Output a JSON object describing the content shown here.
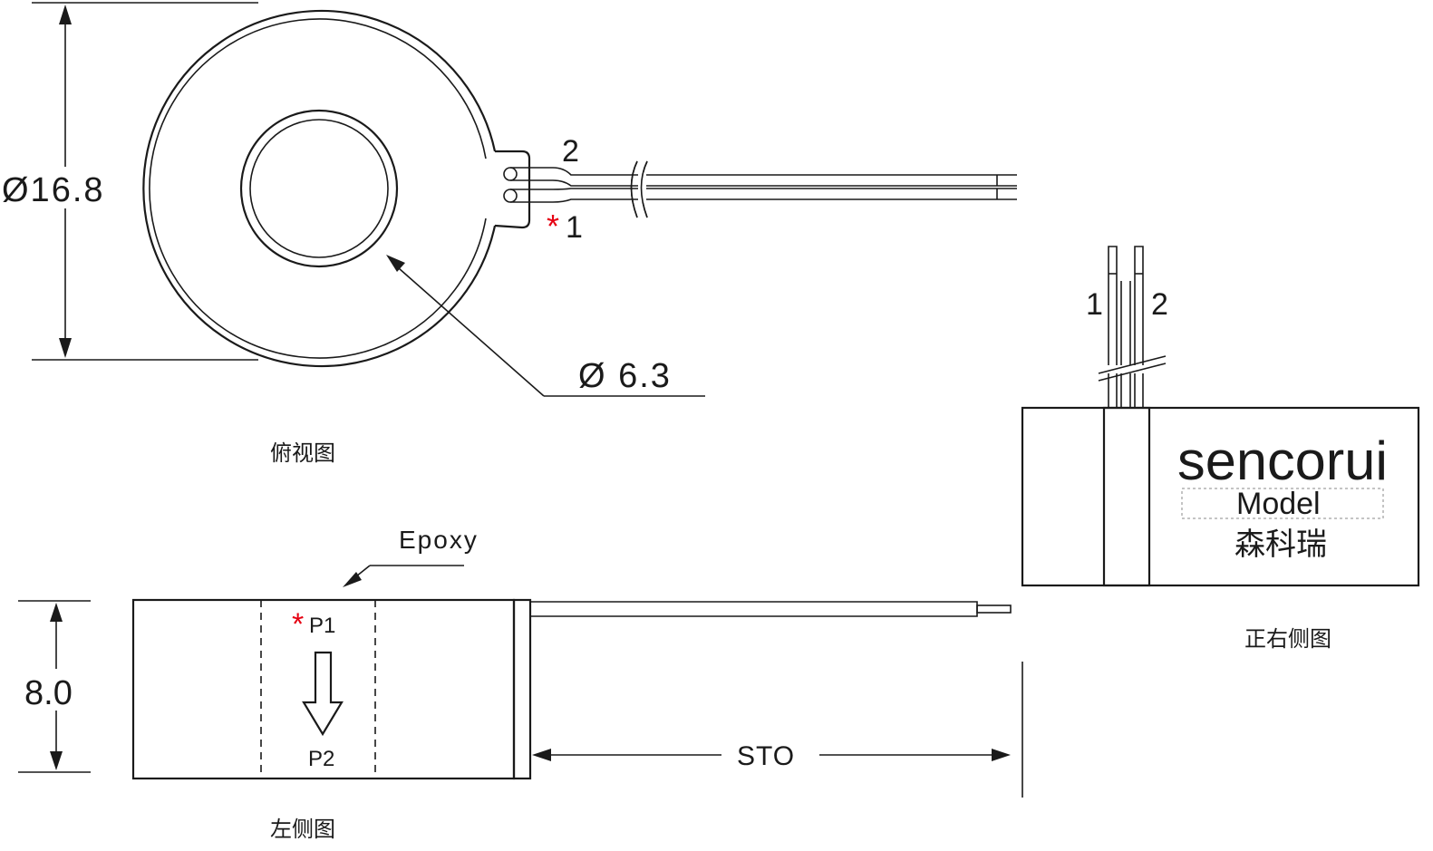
{
  "top_view": {
    "outer_diameter": "Ø16.8",
    "inner_diameter": "Ø 6.3",
    "wire_2": "2",
    "wire_1_marker": "*",
    "wire_1": "1",
    "caption": "俯视图"
  },
  "left_view": {
    "epoxy": "Epoxy",
    "p1_marker": "*",
    "p1": "P1",
    "p2": "P2",
    "height": "8.0",
    "sto": "STO",
    "caption": "左侧图"
  },
  "right_view": {
    "wire_1": "1",
    "wire_2": "2",
    "brand": "sencorui",
    "model": "Model",
    "chinese_brand": "森科瑞",
    "caption": "正右侧图"
  },
  "colors": {
    "line": "#1a1a1a",
    "marker_red": "#e60012",
    "model_box_dotted": "#b0b0b0"
  }
}
